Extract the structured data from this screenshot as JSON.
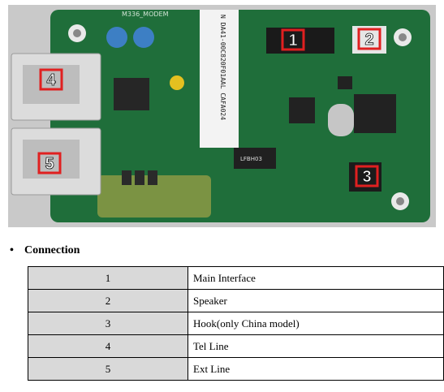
{
  "section": {
    "bullet": "•",
    "title": "Connection"
  },
  "markers": [
    "1",
    "2",
    "3",
    "4",
    "5"
  ],
  "board_silkscreen": {
    "top_text": "M336_MODEM",
    "vertical_code": "N DA41-00C820F01AAL CAFA024",
    "chip_label": "LFBH03"
  },
  "table": {
    "rows": [
      {
        "number": "1",
        "name": "Main Interface"
      },
      {
        "number": "2",
        "name": "Speaker"
      },
      {
        "number": "3",
        "name": "Hook(only China model)"
      },
      {
        "number": "4",
        "name": "Tel Line"
      },
      {
        "number": "5",
        "name": "Ext Line"
      }
    ]
  },
  "colors": {
    "pcb": "#1f6e3a",
    "marker": "#e02020",
    "table_shade": "#d9d9d9"
  }
}
